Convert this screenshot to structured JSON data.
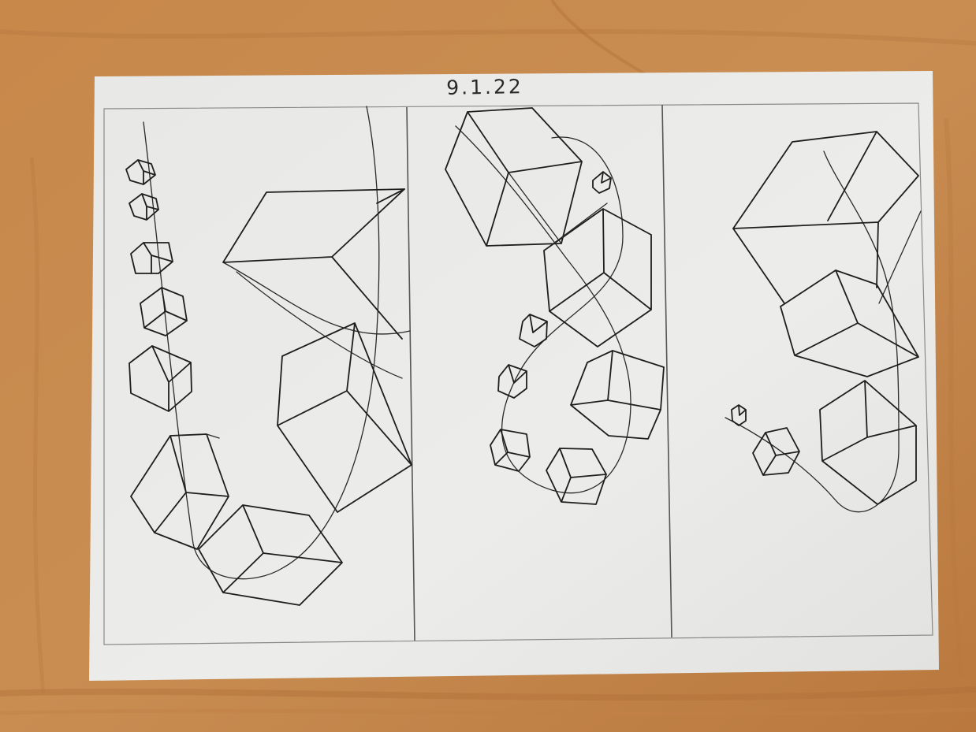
{
  "paper": {
    "date": "9.1.22"
  },
  "colors": {
    "table_wood": "#c98a4b",
    "table_wood_dark": "#b5743a",
    "paper": "#ececeb",
    "ink": "#1e1e1e"
  },
  "drawing": {
    "panels": [
      {
        "name": "panel-left",
        "content": "cubes-along-curves"
      },
      {
        "name": "panel-middle",
        "content": "cubes-along-spiral"
      },
      {
        "name": "panel-right",
        "content": "cubes-along-s-curve"
      }
    ]
  }
}
